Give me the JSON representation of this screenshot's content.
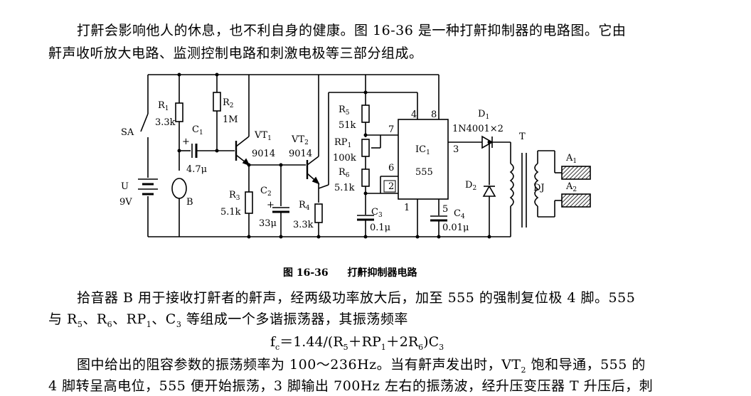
{
  "intro": {
    "line1": "打鼾会影响他人的休息，也不利自身的健康。图 16-36 是一种打鼾抑制器的电路图。它由",
    "line2": "鼾声收听放大电路、监测控制电路和刺激电极等三部分组成。"
  },
  "figure": {
    "caption_num": "图 16-36",
    "caption_title": "打鼾抑制器电路",
    "labels": {
      "SA": "SA",
      "U": "U",
      "U_val": "9V",
      "B": "B",
      "R1": "R",
      "R1_sub": "1",
      "R1_val": "3.3k",
      "R2": "R",
      "R2_sub": "2",
      "R2_val": "1M",
      "C1": "C",
      "C1_sub": "1",
      "C1_val": "4.7μ",
      "VT1": "VT",
      "VT1_sub": "1",
      "VT1_type": "9014",
      "VT2": "VT",
      "VT2_sub": "2",
      "VT2_type": "9014",
      "R3": "R",
      "R3_sub": "3",
      "R3_val": "5.1k",
      "C2": "C",
      "C2_sub": "2",
      "C2_val": "33μ",
      "R4": "R",
      "R4_sub": "4",
      "R4_val": "3.3k",
      "R5": "R",
      "R5_sub": "5",
      "R5_val": "51k",
      "RP1": "RP",
      "RP1_sub": "1",
      "RP1_val": "100k",
      "R6": "R",
      "R6_sub": "6",
      "R6_val": "5.1k",
      "C3": "C",
      "C3_sub": "3",
      "C3_val": "0.1μ",
      "IC1": "IC",
      "IC1_sub": "1",
      "IC1_type": "555",
      "pin4": "4",
      "pin8": "8",
      "pin7": "7",
      "pin6": "6",
      "pin2": "2",
      "pin1": "1",
      "pin5": "5",
      "pin3": "3",
      "C4": "C",
      "C4_sub": "4",
      "C4_val": "0.01μ",
      "D1": "D",
      "D1_sub": "1",
      "D1_val": "1N4001×2",
      "D2": "D",
      "D2_sub": "2",
      "T": "T",
      "DJ": "DJ",
      "A1": "A",
      "A1_sub": "1",
      "A2": "A",
      "A2_sub": "2"
    }
  },
  "body": {
    "p1_line1": "拾音器 B 用于接收打鼾者的鼾声，经两级功率放大后，加至 555 的强制复位极 4 脚。555",
    "p1_line2_a": "与 R",
    "p1_line2_s5": "5",
    "p1_line2_b": "、R",
    "p1_line2_s6": "6",
    "p1_line2_c": "、RP",
    "p1_line2_s1": "1",
    "p1_line2_d": "、C",
    "p1_line2_s3": "3",
    "p1_line2_e": " 等组成一个多谐振荡器，其振荡频率",
    "formula": "f",
    "formula_sub": "c",
    "formula_rest": "＝1.44/(R",
    "formula_s5": "5",
    "formula_b": "＋RP",
    "formula_s1": "1",
    "formula_c": "＋2R",
    "formula_s6": "6",
    "formula_d": ")C",
    "formula_s3": "3",
    "p2_line1_a": "图中给出的阻容参数的振荡频率为 100～236Hz。当有鼾声发出时，VT",
    "p2_line1_s2": "2",
    "p2_line1_b": " 饱和导通，555 的",
    "p2_line2": "4 脚转呈高电位，555 便开始振荡，3 脚输出 700Hz 左右的振荡波，经升压变压器 T 升压后，刺"
  }
}
